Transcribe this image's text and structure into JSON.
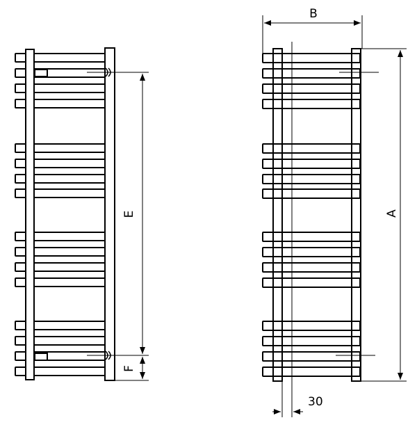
{
  "dimensions": {
    "a": "A",
    "b": "B",
    "e": "E",
    "f": "F",
    "pipe_offset": "30"
  },
  "colors": {
    "line": "#000000",
    "background": "#ffffff"
  }
}
